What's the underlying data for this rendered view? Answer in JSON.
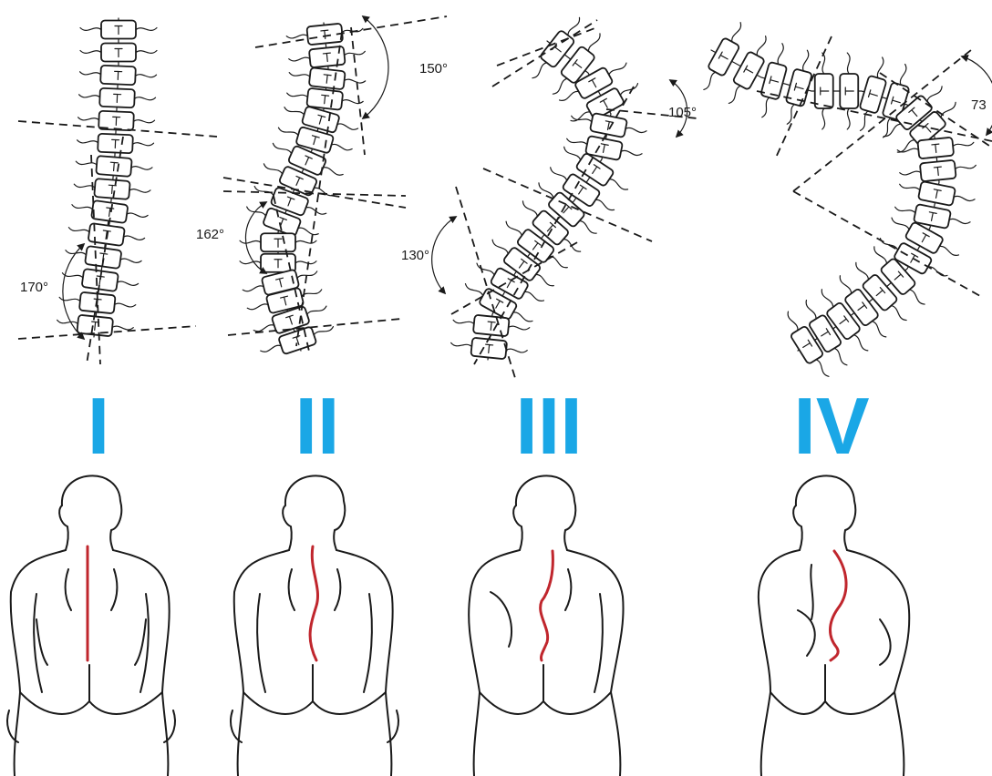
{
  "colors": {
    "grade_label": "#1aa7e6",
    "spine_line": "#c0262d",
    "ink": "#1a1a1a"
  },
  "grades": [
    {
      "roman": "I",
      "angle_labels": [
        "170°"
      ]
    },
    {
      "roman": "II",
      "angle_labels": [
        "162°",
        "150°"
      ]
    },
    {
      "roman": "III",
      "angle_labels": [
        "130°",
        "105°"
      ]
    },
    {
      "roman": "IV",
      "angle_labels": [
        "73"
      ]
    }
  ]
}
